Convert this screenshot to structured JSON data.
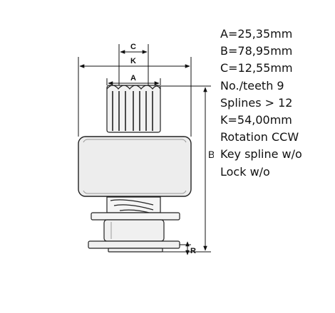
{
  "specs": [
    "A=25,35mm",
    "B=78,95mm",
    "C=12,55mm",
    "No./teeth 9",
    "Splines > 12",
    "K=54,00mm",
    "Rotation CCW",
    "Key spline w/o",
    "Lock w/o"
  ],
  "labels": {
    "c": "C",
    "k": "K",
    "a": "A",
    "b": "B",
    "r": "R"
  }
}
